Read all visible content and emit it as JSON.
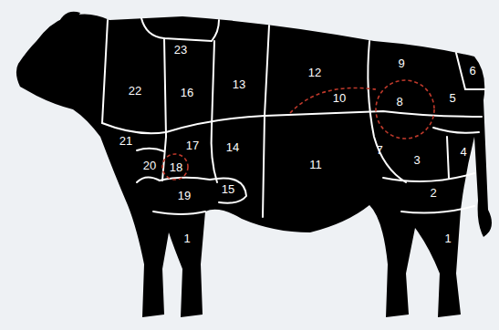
{
  "diagram": {
    "labels": [
      "23",
      "22",
      "16",
      "13",
      "12",
      "9",
      "6",
      "10",
      "8",
      "5",
      "21",
      "17",
      "14",
      "7",
      "4",
      "20",
      "18",
      "11",
      "3",
      "19",
      "15",
      "2",
      "1",
      "1"
    ]
  }
}
